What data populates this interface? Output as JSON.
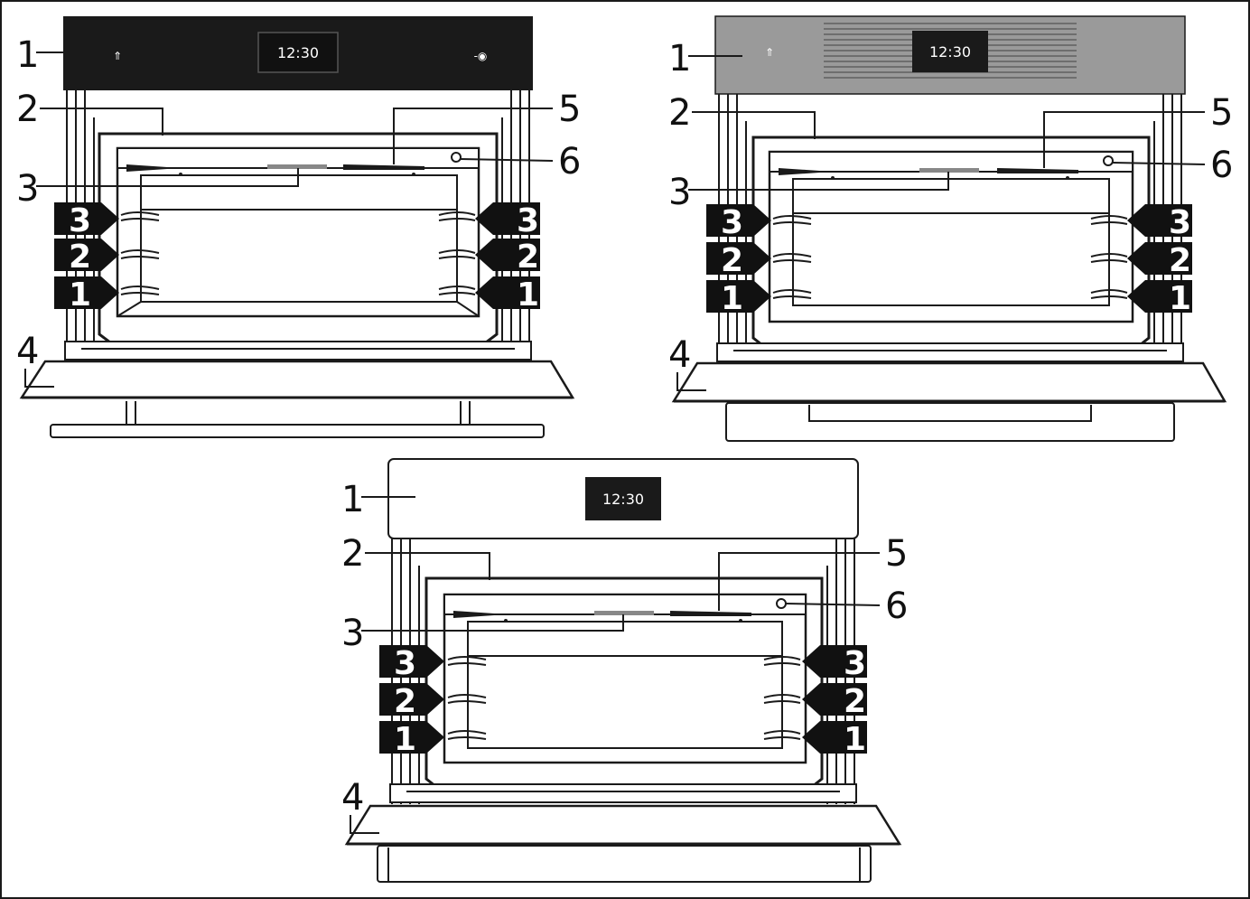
{
  "colors": {
    "panel_black": "#1a1a1a",
    "panel_gray": "#9a9a9a",
    "panel_light": "#ffffff",
    "line": "#1a1a1a",
    "tag_fill": "#111111",
    "tag_text": "#ffffff"
  },
  "ovens": [
    {
      "panel_style": "black",
      "clock": "12:30",
      "callouts": {
        "panel": "1",
        "door_frame": "2",
        "light": "3",
        "door": "4",
        "fan": "5",
        "sensor": "6"
      },
      "racks": [
        "3",
        "2",
        "1"
      ]
    },
    {
      "panel_style": "gray",
      "clock": "12:30",
      "callouts": {
        "panel": "1",
        "door_frame": "2",
        "light": "3",
        "door": "4",
        "fan": "5",
        "sensor": "6"
      },
      "racks": [
        "3",
        "2",
        "1"
      ]
    },
    {
      "panel_style": "light",
      "clock": "12:30",
      "callouts": {
        "panel": "1",
        "door_frame": "2",
        "light": "3",
        "door": "4",
        "fan": "5",
        "sensor": "6"
      },
      "racks": [
        "3",
        "2",
        "1"
      ]
    }
  ]
}
